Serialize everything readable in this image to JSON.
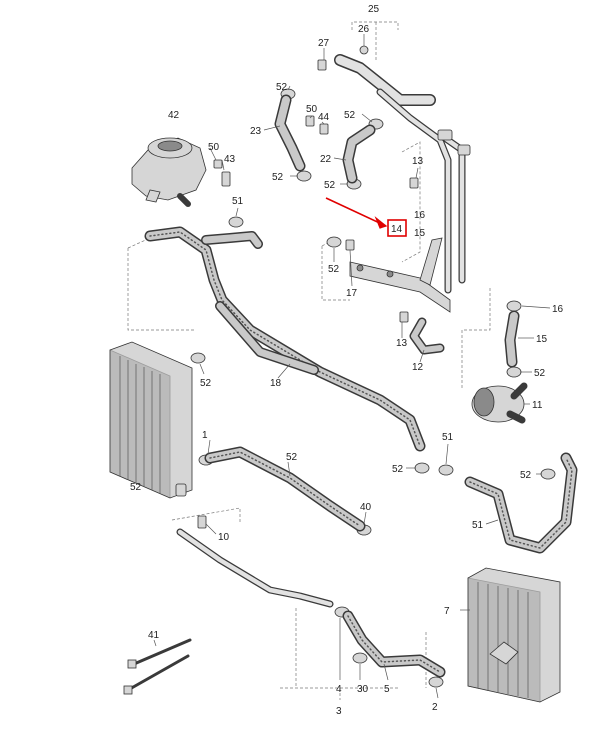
{
  "callouts": [
    {
      "id": "c25",
      "text": "25"
    },
    {
      "id": "c26",
      "text": "26"
    },
    {
      "id": "c27",
      "text": "27"
    },
    {
      "id": "c52a",
      "text": "52"
    },
    {
      "id": "c50a",
      "text": "50"
    },
    {
      "id": "c44",
      "text": "44"
    },
    {
      "id": "c52b",
      "text": "52"
    },
    {
      "id": "c23",
      "text": "23"
    },
    {
      "id": "c22",
      "text": "22"
    },
    {
      "id": "c42",
      "text": "42"
    },
    {
      "id": "c50b",
      "text": "50"
    },
    {
      "id": "c43",
      "text": "43"
    },
    {
      "id": "c52c",
      "text": "52"
    },
    {
      "id": "c52d",
      "text": "52"
    },
    {
      "id": "c13a",
      "text": "13"
    },
    {
      "id": "c51a",
      "text": "51"
    },
    {
      "id": "c16a",
      "text": "16"
    },
    {
      "id": "c14",
      "text": "14"
    },
    {
      "id": "c15a",
      "text": "15"
    },
    {
      "id": "c52e",
      "text": "52"
    },
    {
      "id": "c17",
      "text": "17"
    },
    {
      "id": "c16b",
      "text": "16"
    },
    {
      "id": "c15b",
      "text": "15"
    },
    {
      "id": "c13b",
      "text": "13"
    },
    {
      "id": "c12",
      "text": "12"
    },
    {
      "id": "c52f",
      "text": "52"
    },
    {
      "id": "c52g",
      "text": "52"
    },
    {
      "id": "c18",
      "text": "18"
    },
    {
      "id": "c11",
      "text": "11"
    },
    {
      "id": "c52h",
      "text": "52"
    },
    {
      "id": "c1",
      "text": "1"
    },
    {
      "id": "c52i",
      "text": "52"
    },
    {
      "id": "c51b",
      "text": "51"
    },
    {
      "id": "c52j",
      "text": "52"
    },
    {
      "id": "c40",
      "text": "40"
    },
    {
      "id": "c51c",
      "text": "51"
    },
    {
      "id": "c10",
      "text": "10"
    },
    {
      "id": "c7",
      "text": "7"
    },
    {
      "id": "c41",
      "text": "41"
    },
    {
      "id": "c30",
      "text": "30"
    },
    {
      "id": "c4",
      "text": "4"
    },
    {
      "id": "c5",
      "text": "5"
    },
    {
      "id": "c3",
      "text": "3"
    },
    {
      "id": "c2",
      "text": "2"
    },
    {
      "id": "c52k",
      "text": "52"
    }
  ],
  "highlighted_part": "14",
  "colors": {
    "highlight": "#e00000",
    "line": "#3a3a3a",
    "part_fill": "#d6d6d6"
  }
}
